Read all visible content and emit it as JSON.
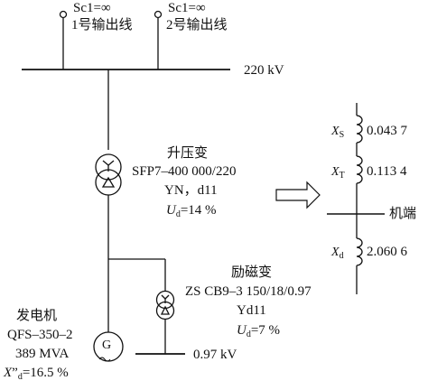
{
  "feeders": [
    {
      "sc": "Sc1=∞",
      "name": "1号输出线"
    },
    {
      "sc": "Sc1=∞",
      "name": "2号输出线"
    }
  ],
  "bus_220": {
    "voltage": "220 kV"
  },
  "step_up_transformer": {
    "title": "升压变",
    "model": "SFP7–400 000/220",
    "connection": "YN，d11",
    "ud_symbol": "U",
    "ud_sub": "d",
    "ud_value": "=14 %"
  },
  "excitation_transformer": {
    "title": "励磁变",
    "model": "ZS CB9–3 150/18/0.97",
    "connection": "Yd11",
    "ud_symbol": "U",
    "ud_sub": "d",
    "ud_value": "=7 %"
  },
  "generator": {
    "title": "发电机",
    "model": "QFS–350–2",
    "rating": "389 MVA",
    "xd_symbol": "X",
    "xd_prime": "”",
    "xd_sub": "d",
    "xd_value": "=16.5 %",
    "symbol": "G"
  },
  "bus_097": {
    "voltage": "0.97 kV"
  },
  "equivalent_circuit": {
    "xs": {
      "symbol": "X",
      "sub": "S",
      "value": "0.043 7"
    },
    "xt": {
      "symbol": "X",
      "sub": "T",
      "value": "0.113 4"
    },
    "xd": {
      "symbol": "X",
      "sub": "d",
      "value": "2.060 6"
    },
    "node_label": "机端"
  },
  "colors": {
    "line": "#111111",
    "background": "#ffffff"
  }
}
